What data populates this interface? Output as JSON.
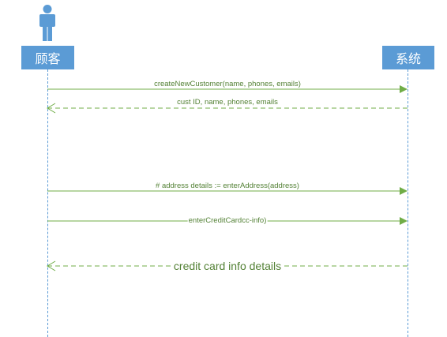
{
  "participants": {
    "customer": {
      "label": "顾客"
    },
    "system": {
      "label": "系统"
    }
  },
  "messages": [
    {
      "text": "createNewCustomer(name, phones, emails)",
      "from": "customer",
      "to": "system",
      "style": "solid"
    },
    {
      "text": "cust ID, name, phones, emails",
      "from": "system",
      "to": "customer",
      "style": "dashed"
    },
    {
      "text": "# address details := enterAddress(address)",
      "from": "customer",
      "to": "system",
      "style": "solid"
    },
    {
      "text": "enterCreditCardcc-info)",
      "from": "customer",
      "to": "system",
      "style": "solid"
    },
    {
      "text": "credit card info details",
      "from": "system",
      "to": "customer",
      "style": "dashed"
    }
  ],
  "colors": {
    "lifeline": "#5b9bd5",
    "actor_box": "#5b9bd5",
    "message": "#70ad47",
    "label": "#538135"
  }
}
